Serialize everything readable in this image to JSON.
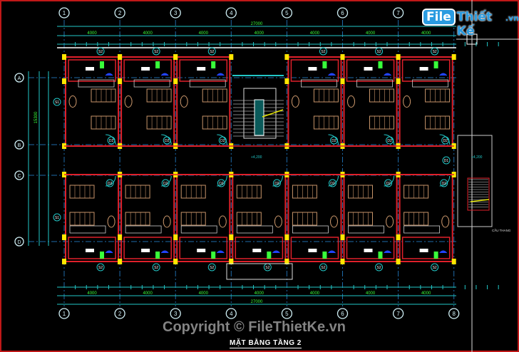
{
  "drawing": {
    "title": "MẶT BẰNG TẦNG 2",
    "watermark": "Copyright © FileThietKe.vn",
    "logo": {
      "part1": "File",
      "part2": "Thiết Kế",
      "part3": ".vn"
    },
    "total_dimension": "27000",
    "bay_dimension": "4000",
    "grid_columns": [
      "1",
      "2",
      "3",
      "4",
      "5",
      "6",
      "7",
      "8"
    ],
    "grid_rows": [
      "A",
      "B",
      "C",
      "D"
    ],
    "level_mark": "+4,200",
    "room_tags": {
      "window": "S1",
      "door_small": "S2",
      "door_main": "D2",
      "door_side": "D1"
    },
    "stair_label": "CẦU THANG",
    "colors": {
      "wall": "#e0202a",
      "grid": "#1e6aa8",
      "dim": "#22c7c7",
      "text": "#39ff3a",
      "furniture": "#c8956a",
      "column": "#ffe600"
    }
  }
}
